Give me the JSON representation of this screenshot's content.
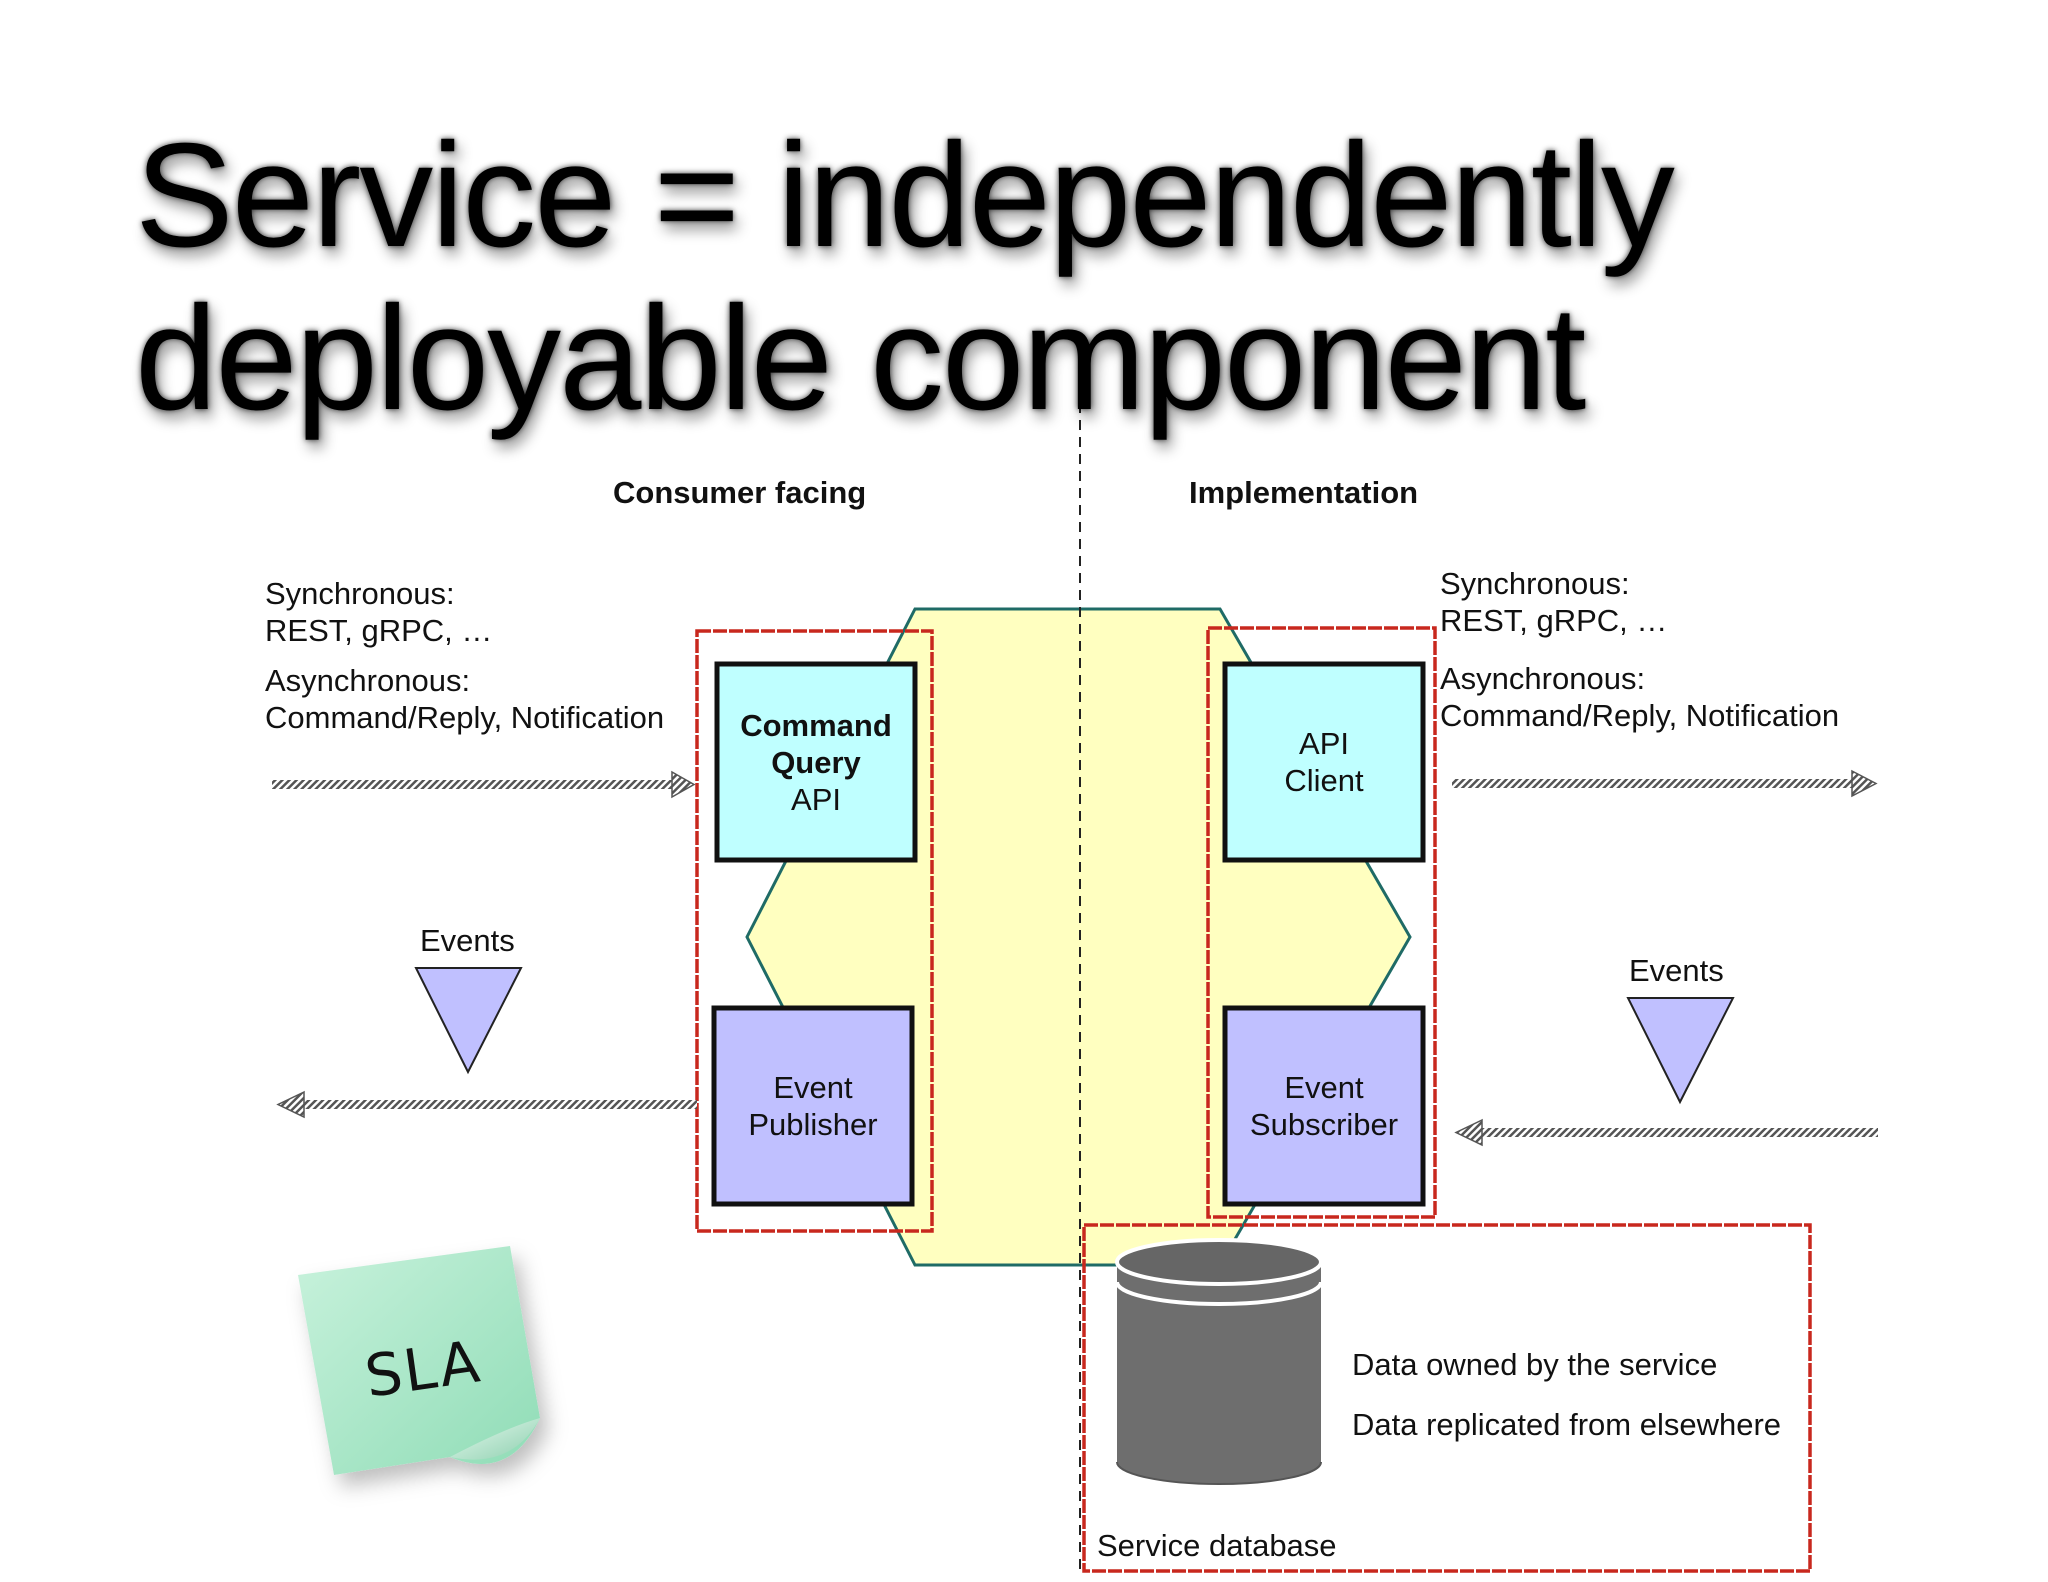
{
  "title": {
    "line1": "Service = independently",
    "line2": "deployable component"
  },
  "sections": {
    "left_heading": "Consumer facing",
    "right_heading": "Implementation"
  },
  "left_labels": {
    "sync_title": "Synchronous:",
    "sync_value": "REST, gRPC, …",
    "async_title": "Asynchronous:",
    "async_value": "Command/Reply, Notification",
    "events": "Events"
  },
  "right_labels": {
    "sync_title": "Synchronous:",
    "sync_value": "REST, gRPC, …",
    "async_title": "Asynchronous:",
    "async_value": "Command/Reply, Notification",
    "events": "Events"
  },
  "boxes": {
    "command_query_api": {
      "line1": "Command",
      "line2": "Query",
      "line3": "API"
    },
    "event_publisher": {
      "line1": "Event",
      "line2": "Publisher"
    },
    "api_client": {
      "line1": "API",
      "line2": "Client"
    },
    "event_subscriber": {
      "line1": "Event",
      "line2": "Subscriber"
    }
  },
  "database": {
    "owned": "Data owned by the service",
    "replicated": "Data replicated from elsewhere",
    "label": "Service database"
  },
  "sticky_note": {
    "text": "SLA"
  },
  "colors": {
    "hexagon_fill": "#ffffc0",
    "hexagon_stroke": "#1f6b66",
    "api_box_fill": "#bfffff",
    "event_box_fill": "#c0c0ff",
    "triangle_fill": "#c0c0ff",
    "highlight_red": "#c8281e",
    "database_gray": "#6e6e6e",
    "note_green": "#a6e8c6"
  }
}
